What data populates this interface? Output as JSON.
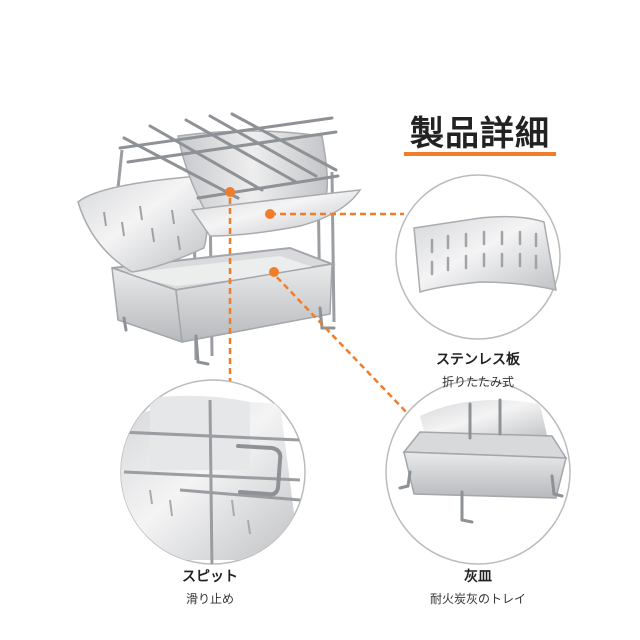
{
  "title": "製品詳細",
  "accent_color": "#f07d2a",
  "callouts": [
    {
      "name": "ステンレス板",
      "desc": "折りたたみ式"
    },
    {
      "name": "スピット",
      "desc": "滑り止め"
    },
    {
      "name": "灰皿",
      "desc": "耐火炭灰のトレイ"
    }
  ]
}
